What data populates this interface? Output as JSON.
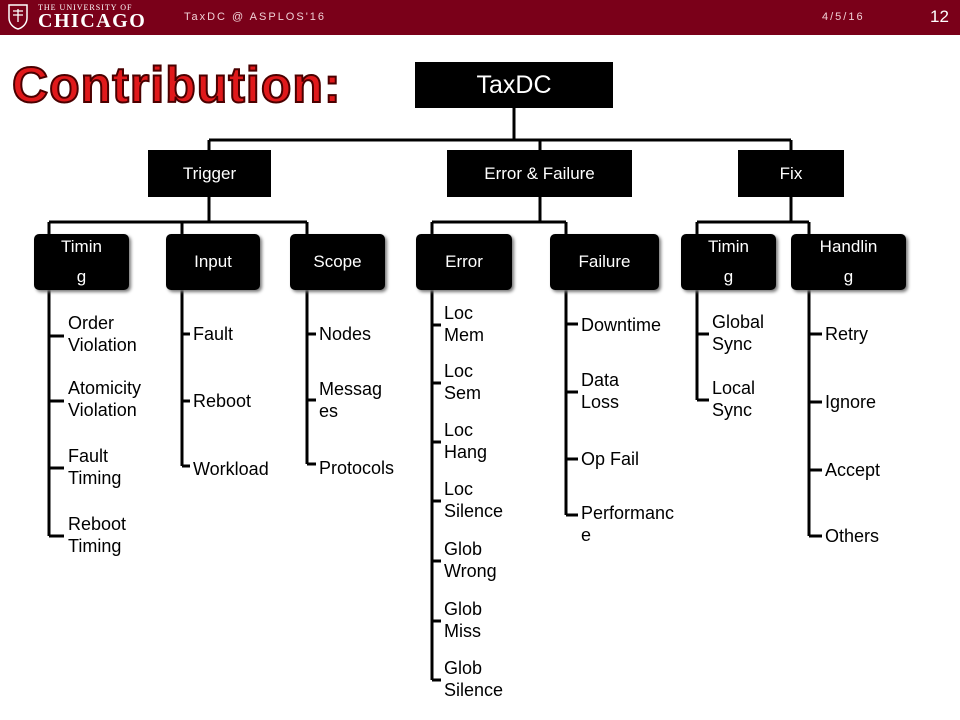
{
  "header": {
    "university_small": "THE UNIVERSITY OF",
    "university_big": "CHICAGO",
    "slide_ref": "TaxDC @ ASPLOS'16",
    "date": "4/5/16",
    "page": "12"
  },
  "title": "Contribution:",
  "tree": {
    "root": "TaxDC",
    "level2": [
      "Trigger",
      "Error & Failure",
      "Fix"
    ],
    "level3": [
      "Timin\ng",
      "Input",
      "Scope",
      "Error",
      "Failure",
      "Timin\ng",
      "Handlin\ng"
    ],
    "leaves": {
      "timing_trigger": [
        "Order\nViolation",
        "Atomicity\nViolation",
        "Fault\nTiming",
        "Reboot\nTiming"
      ],
      "input": [
        "Fault",
        "Reboot",
        "Workload"
      ],
      "scope": [
        "Nodes",
        "Messag\nes",
        "Protocols"
      ],
      "error": [
        "Loc\nMem",
        "Loc\nSem",
        "Loc\nHang",
        "Loc\nSilence",
        "Glob\nWrong",
        "Glob\nMiss",
        "Glob\nSilence"
      ],
      "failure": [
        "Downtime",
        "Data\nLoss",
        "Op Fail",
        "Performanc\ne"
      ],
      "timing_fix": [
        "Global\nSync",
        "Local\nSync"
      ],
      "handling": [
        "Retry",
        "Ignore",
        "Accept",
        "Others"
      ]
    }
  },
  "colors": {
    "header_bg": "#7a0019",
    "title": "#e0191b",
    "box": "#000000"
  }
}
